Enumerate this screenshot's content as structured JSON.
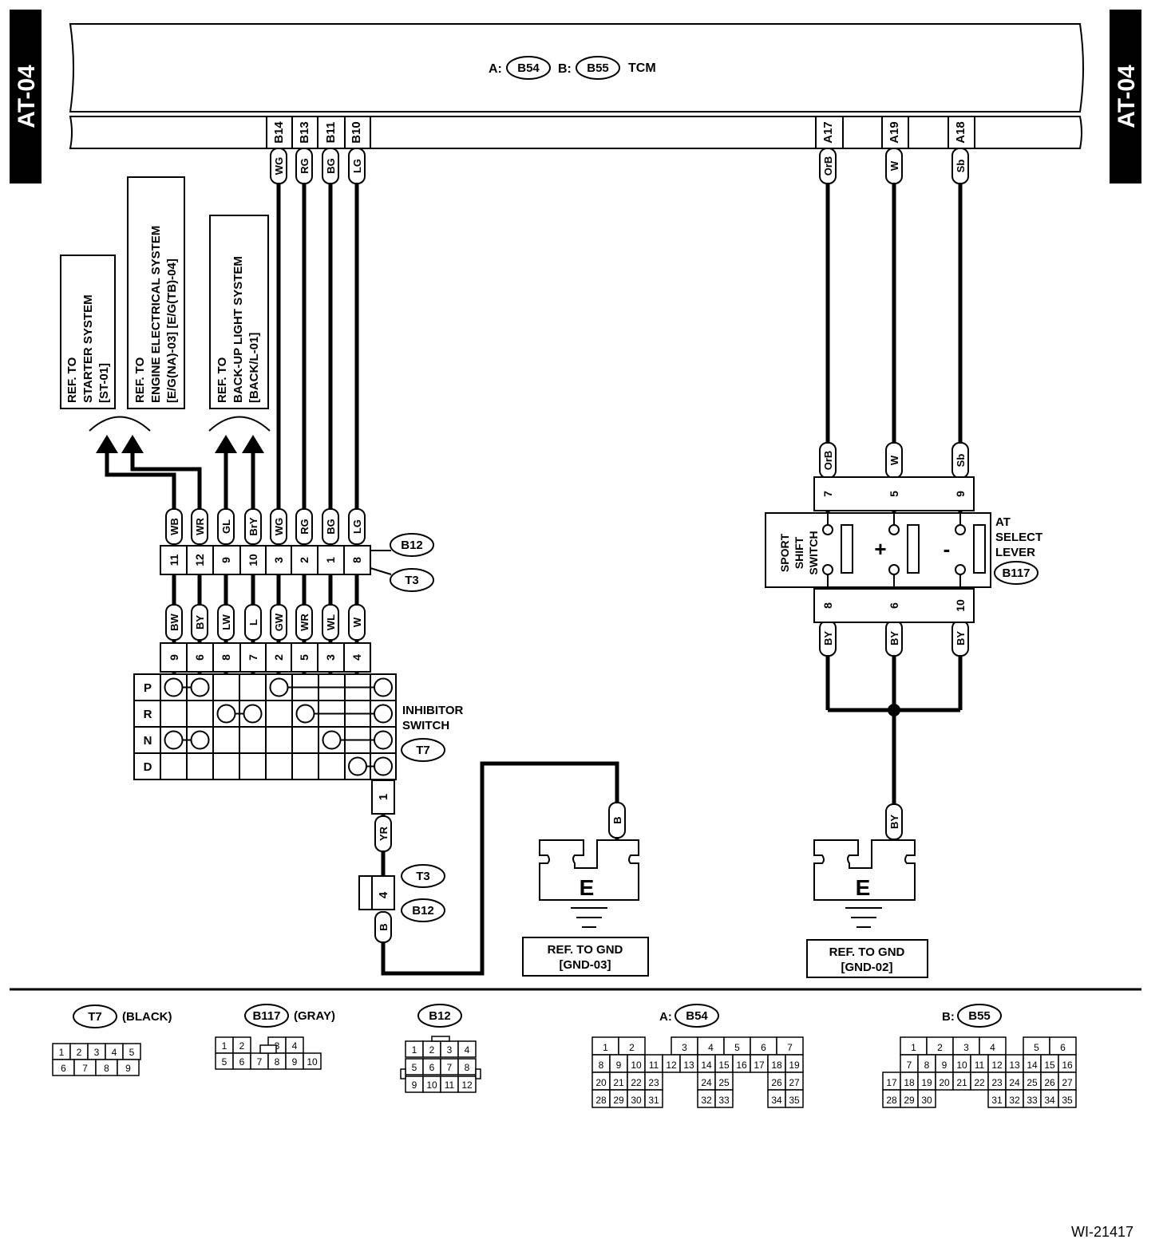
{
  "page": {
    "left_tab": "AT-04",
    "right_tab": "AT-04",
    "figure_id": "WI-21417"
  },
  "tcm": {
    "prefix_a": "A:",
    "conn_a": "B54",
    "prefix_b": "B:",
    "conn_b": "B55",
    "name": "TCM",
    "pins": [
      {
        "pin": "B14",
        "color": "WG"
      },
      {
        "pin": "B13",
        "color": "RG"
      },
      {
        "pin": "B11",
        "color": "BG"
      },
      {
        "pin": "B10",
        "color": "LG"
      },
      {
        "pin": "A17",
        "color": "OrB"
      },
      {
        "pin": "A19",
        "color": "W"
      },
      {
        "pin": "A18",
        "color": "Sb"
      }
    ]
  },
  "refs": {
    "starter": [
      "REF. TO",
      "STARTER SYSTEM",
      "[ST-01]"
    ],
    "engine": [
      "REF. TO",
      "ENGINE ELECTRICAL SYSTEM",
      "[E/G(NA)-03] [E/G(TB)-04]"
    ],
    "backup": [
      "REF. TO",
      "BACK-UP LIGHT SYSTEM",
      "[BACK/L-01]"
    ]
  },
  "b12_upper": {
    "top_colors": [
      "WB",
      "WR",
      "GL",
      "BrY",
      "WG",
      "RG",
      "BG",
      "LG"
    ],
    "pins": [
      "11",
      "12",
      "9",
      "10",
      "3",
      "2",
      "1",
      "8"
    ],
    "bottom_colors": [
      "BW",
      "BY",
      "LW",
      "L",
      "GW",
      "WR",
      "WL",
      "W"
    ],
    "label1": "B12",
    "label2": "T3"
  },
  "inhibitor": {
    "pins": [
      "9",
      "6",
      "8",
      "7",
      "2",
      "5",
      "3",
      "4"
    ],
    "rows": [
      "P",
      "R",
      "N",
      "D"
    ],
    "title1": "INHIBITOR",
    "title2": "SWITCH",
    "conn": "T7",
    "bottom_pin": "1",
    "bottom_color": "YR"
  },
  "lower_conn": {
    "label1": "T3",
    "label2": "B12",
    "pin": "4",
    "color": "B"
  },
  "select_lever": {
    "top_colors": [
      "OrB",
      "W",
      "Sb"
    ],
    "top_pins": [
      "7",
      "5",
      "9"
    ],
    "bottom_pins": [
      "8",
      "6",
      "10"
    ],
    "bottom_colors": [
      "BY",
      "BY",
      "BY"
    ],
    "sport1": "SPORT",
    "sport2": "SHIFT",
    "sport3": "SWITCH",
    "plus": "+",
    "minus": "-",
    "title1": "AT",
    "title2": "SELECT",
    "title3": "LEVER",
    "conn": "B117",
    "ground_color": "BY"
  },
  "grounds": {
    "g1_wire": "B",
    "g1_symbol": "E",
    "g1_ref1": "REF. TO GND",
    "g1_ref2": "[GND-03]",
    "g2_symbol": "E",
    "g2_ref1": "REF. TO GND",
    "g2_ref2": "[GND-02]"
  },
  "connector_views": {
    "t7": {
      "name": "T7",
      "desc": "(BLACK)",
      "row1": [
        "1",
        "2",
        "3",
        "4",
        "5"
      ],
      "row2": [
        "6",
        "7",
        "8",
        "9"
      ]
    },
    "b117": {
      "name": "B117",
      "desc": "(GRAY)",
      "row1": [
        "1",
        "2",
        "",
        "3",
        "4"
      ],
      "row2": [
        "5",
        "6",
        "7",
        "8",
        "9",
        "10"
      ]
    },
    "b12": {
      "name": "B12",
      "row1": [
        "1",
        "2",
        "3",
        "4"
      ],
      "row2": [
        "5",
        "6",
        "7",
        "8"
      ],
      "row3": [
        "9",
        "10",
        "11",
        "12"
      ]
    },
    "b54": {
      "prefix": "A:",
      "name": "B54",
      "row1": [
        "1",
        "2",
        "",
        "",
        "3",
        "4",
        "5",
        "6",
        "7"
      ],
      "row2": [
        "8",
        "9",
        "10",
        "11",
        "12",
        "13",
        "14",
        "15",
        "16",
        "17",
        "18",
        "19"
      ],
      "row3": [
        "20",
        "21",
        "22",
        "23",
        "",
        "",
        "24",
        "25",
        "",
        "",
        "26",
        "27"
      ],
      "row4": [
        "28",
        "29",
        "30",
        "31",
        "",
        "",
        "32",
        "33",
        "",
        "",
        "34",
        "35"
      ]
    },
    "b55": {
      "prefix": "B:",
      "name": "B55",
      "row1": [
        "",
        "1",
        "2",
        "3",
        "4",
        "",
        "5",
        "6"
      ],
      "row2": [
        "",
        "7",
        "8",
        "9",
        "10",
        "11",
        "12",
        "13",
        "14",
        "15",
        "16"
      ],
      "row3": [
        "17",
        "18",
        "19",
        "20",
        "21",
        "22",
        "23",
        "24",
        "25",
        "26",
        "27"
      ],
      "row4": [
        "28",
        "29",
        "30",
        "",
        "",
        "",
        "31",
        "32",
        "33",
        "34",
        "35"
      ]
    }
  }
}
